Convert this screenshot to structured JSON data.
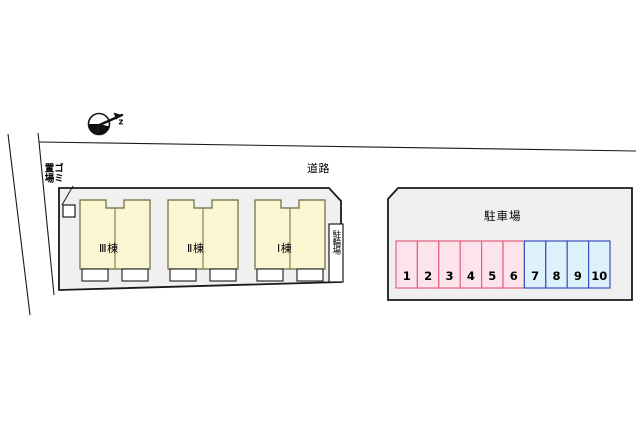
{
  "plan": {
    "title_road": "道路",
    "compass": "north-arrow",
    "compass_letter": "N"
  },
  "site": {
    "waste_area_label_col1": "ゴミ",
    "waste_area_label_col2": "置場",
    "waste_area_name": "ゴミ置場",
    "bike_parking_label": "駐輪場",
    "buildings": [
      {
        "label": "Ⅲ棟",
        "name": "building-3"
      },
      {
        "label": "Ⅱ棟",
        "name": "building-2"
      },
      {
        "label": "Ⅰ棟",
        "name": "building-1"
      }
    ]
  },
  "parking": {
    "title": "駐車場",
    "stalls": [
      {
        "number": "1",
        "group": "pink"
      },
      {
        "number": "2",
        "group": "pink"
      },
      {
        "number": "3",
        "group": "pink"
      },
      {
        "number": "4",
        "group": "pink"
      },
      {
        "number": "5",
        "group": "pink"
      },
      {
        "number": "6",
        "group": "pink"
      },
      {
        "number": "7",
        "group": "blue"
      },
      {
        "number": "8",
        "group": "blue"
      },
      {
        "number": "9",
        "group": "blue"
      },
      {
        "number": "10",
        "group": "blue"
      }
    ]
  },
  "colors": {
    "building_fill": "#faf6d2",
    "building_stroke": "#6b6b3a",
    "site_fill": "#f0f0f0",
    "site_stroke": "#1a1a1a",
    "parking_fill": "#efefef",
    "stall_pink_fill": "#fce3ec",
    "stall_pink_stroke": "#e8607f",
    "stall_blue_fill": "#ddf2fb",
    "stall_blue_stroke": "#3b4fc4",
    "road_line": "#1a1a1a",
    "background": "#ffffff"
  }
}
